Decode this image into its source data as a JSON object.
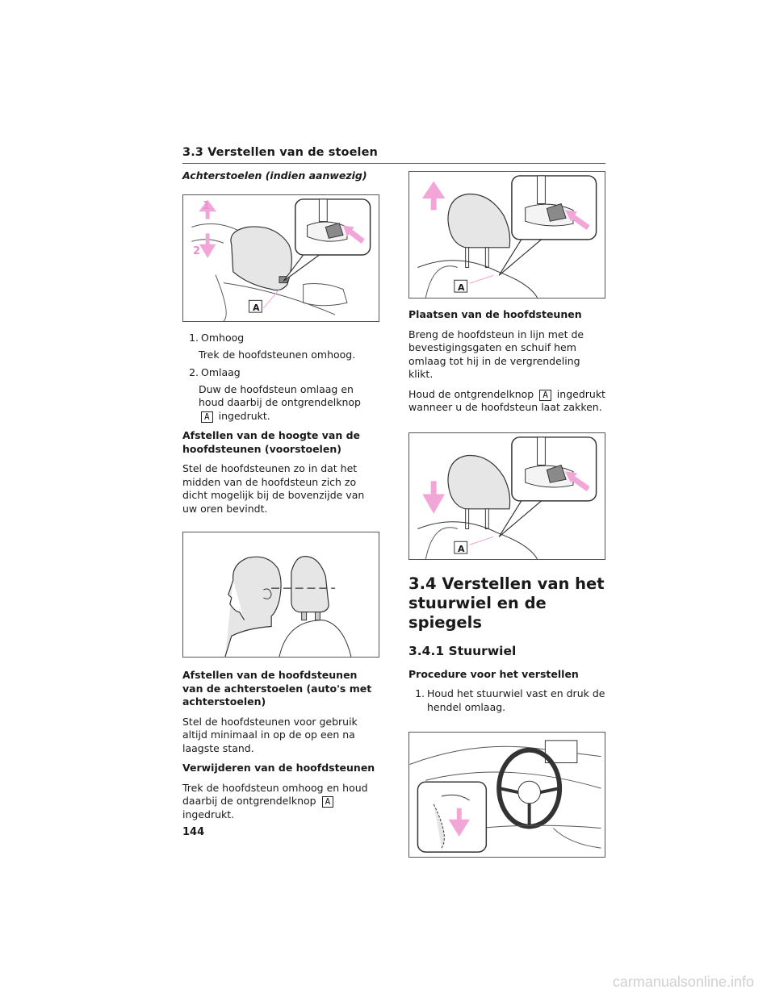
{
  "header": {
    "title": "3.3 Verstellen van de stoelen"
  },
  "left": {
    "section_title": "Achterstoelen (indien aanwezig)",
    "figure1": {
      "labels": [
        "1",
        "2",
        "A"
      ]
    },
    "list": [
      {
        "num": "1.",
        "title": "Omhoog",
        "desc": "Trek de hoofdsteunen omhoog."
      },
      {
        "num": "2.",
        "title": "Omlaag",
        "desc_before": "Duw de hoofdsteun omlaag en houd daarbij de ontgrendelknop",
        "key": "A",
        "desc_after": "ingedrukt."
      }
    ],
    "height_title": "Afstellen van de hoogte van de hoofdsteunen (voorstoelen)",
    "height_text": "Stel de hoofdsteunen zo in dat het midden van de hoofdsteun zich zo dicht mogelijk bij de bovenzijde van uw oren bevindt.",
    "rear_title": "Afstellen van de hoofdsteunen van de achterstoelen (auto's met achterstoelen)",
    "rear_text": "Stel de hoofdsteunen voor gebruik altijd minimaal in op de op een na laagste stand.",
    "remove_title": "Verwijderen van de hoofdsteunen",
    "remove_text_before": "Trek de hoofdsteun omhoog en houd daarbij de ontgrendelknop",
    "remove_key": "A",
    "remove_text_after": "ingedrukt."
  },
  "right": {
    "figure_a_label": "A",
    "place_title": "Plaatsen van de hoofdsteunen",
    "place_text": "Breng de hoofdsteun in lijn met de bevestigingsgaten en schuif hem omlaag tot hij in de vergrendeling klikt.",
    "hold_text_before": "Houd de ontgrendelknop",
    "hold_key": "A",
    "hold_text_after": "ingedrukt wanneer u de hoofdsteun laat zakken.",
    "figure_b_label": "A",
    "h2": "3.4 Verstellen van het stuurwiel en de spiegels",
    "h3": "3.4.1 Stuurwiel",
    "proc_title": "Procedure voor het verstellen",
    "proc_item": {
      "num": "1.",
      "text": "Houd het stuurwiel vast en druk de hendel omlaag."
    }
  },
  "page_number": "144",
  "watermark": "carmanualsonline.info",
  "colors": {
    "arrow_pink": "#f2a6d8",
    "line": "#333333",
    "knob": "#8a8a8a"
  }
}
